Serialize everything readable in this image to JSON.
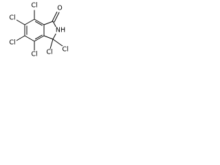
{
  "structure": {
    "atom_labels": {
      "cl_top": "Cl",
      "cl_upper_left": "Cl",
      "cl_lower_left": "Cl",
      "cl_bottom": "Cl",
      "cl_gem_left": "Cl",
      "cl_gem_right": "Cl",
      "nitrogen": "NH",
      "oxygen": "O"
    }
  }
}
